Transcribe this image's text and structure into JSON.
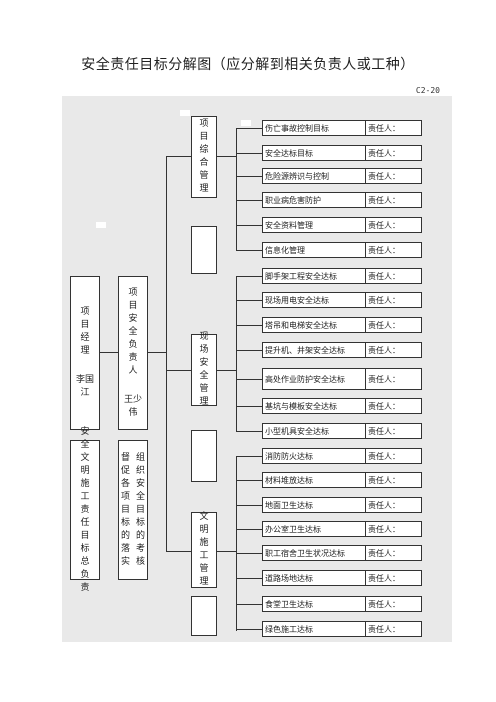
{
  "title": "安全责任目标分解图（应分解到相关负责人或工种）",
  "code": "C2-20",
  "pm_box": {
    "role": "项目经理",
    "name": "李国江"
  },
  "safety_head_box": {
    "role": "项目安全负责人",
    "name": "王少伟"
  },
  "pm_duty": "安全文明施工责任目标总负责",
  "safety_head_duty": [
    "组织安全目标的考核",
    "督促各项目标的落实"
  ],
  "groups": [
    {
      "name": "项目综合管理",
      "items": [
        "伤亡事故控制目标",
        "安全达标目标",
        "危险源辨识与控制",
        "职业病危害防护",
        "安全资料管理",
        "信息化管理"
      ]
    },
    {
      "name": "现场安全管理",
      "items": [
        "脚手架工程安全达标",
        "现场用电安全达标",
        "塔吊和电梯安全达标",
        "提升机、井架安全达标",
        "高处作业防护安全达标",
        "基坑与模板安全达标",
        "小型机具安全达标"
      ]
    },
    {
      "name": "文明施工管理",
      "items": [
        "消防防火达标",
        "材料堆放达标",
        "地面卫生达标",
        "办公室卫生达标",
        "职工宿舍卫生状况达标",
        "道路场地达标",
        "食堂卫生达标",
        "绿色施工达标"
      ]
    }
  ],
  "responsible_label": "责任人："
}
